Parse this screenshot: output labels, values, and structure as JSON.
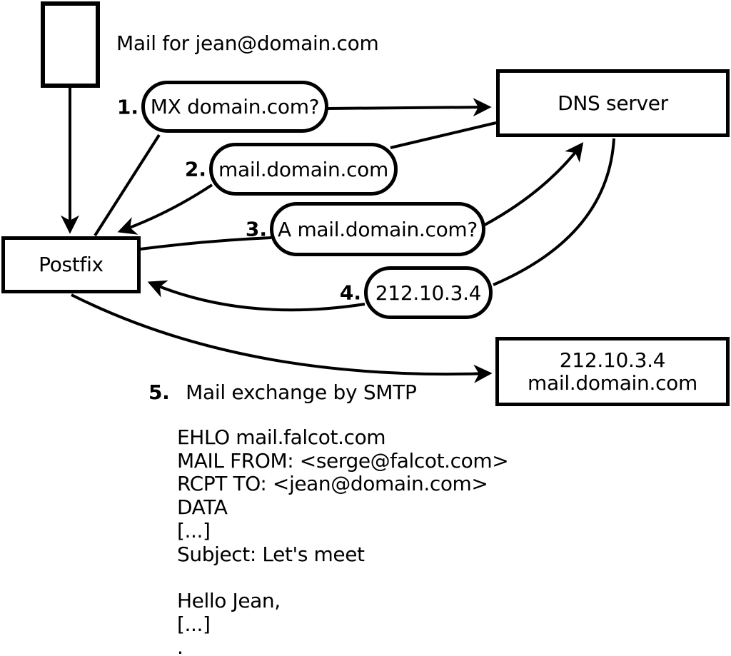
{
  "diagram": {
    "colors": {
      "ink": "#000000",
      "background": "#ffffff"
    },
    "title": "Mail for jean@domain.com",
    "nodes": {
      "postfix": {
        "label": "Postfix"
      },
      "dns": {
        "label": "DNS server"
      },
      "mailserver": {
        "line1": "212.10.3.4",
        "line2": "mail.domain.com"
      }
    },
    "steps": [
      {
        "num": "1.",
        "label": "MX domain.com?"
      },
      {
        "num": "2.",
        "label": "mail.domain.com"
      },
      {
        "num": "3.",
        "label": "A mail.domain.com?"
      },
      {
        "num": "4.",
        "label": "212.10.3.4"
      },
      {
        "num": "5.",
        "label": "Mail exchange by SMTP"
      }
    ],
    "smtp_session": {
      "lines": [
        "EHLO mail.falcot.com",
        "MAIL FROM: <serge@falcot.com>",
        "RCPT TO: <jean@domain.com>",
        "DATA",
        "[...]",
        "Subject: Let's meet",
        "",
        "Hello Jean,",
        "[...]",
        "."
      ]
    },
    "edges": [
      {
        "from": "message",
        "to": "postfix",
        "arrow": true
      },
      {
        "from": "postfix",
        "to": "query-mx",
        "arrow": false
      },
      {
        "from": "query-mx",
        "to": "dns",
        "arrow": true
      },
      {
        "from": "dns",
        "to": "reply-mx",
        "arrow": false
      },
      {
        "from": "reply-mx",
        "to": "postfix",
        "arrow": true
      },
      {
        "from": "postfix",
        "to": "query-a",
        "arrow": false
      },
      {
        "from": "query-a",
        "to": "dns",
        "arrow": true
      },
      {
        "from": "dns",
        "to": "reply-a",
        "arrow": false
      },
      {
        "from": "reply-a",
        "to": "postfix",
        "arrow": true
      },
      {
        "from": "postfix",
        "to": "mailserver",
        "arrow": true
      }
    ]
  }
}
